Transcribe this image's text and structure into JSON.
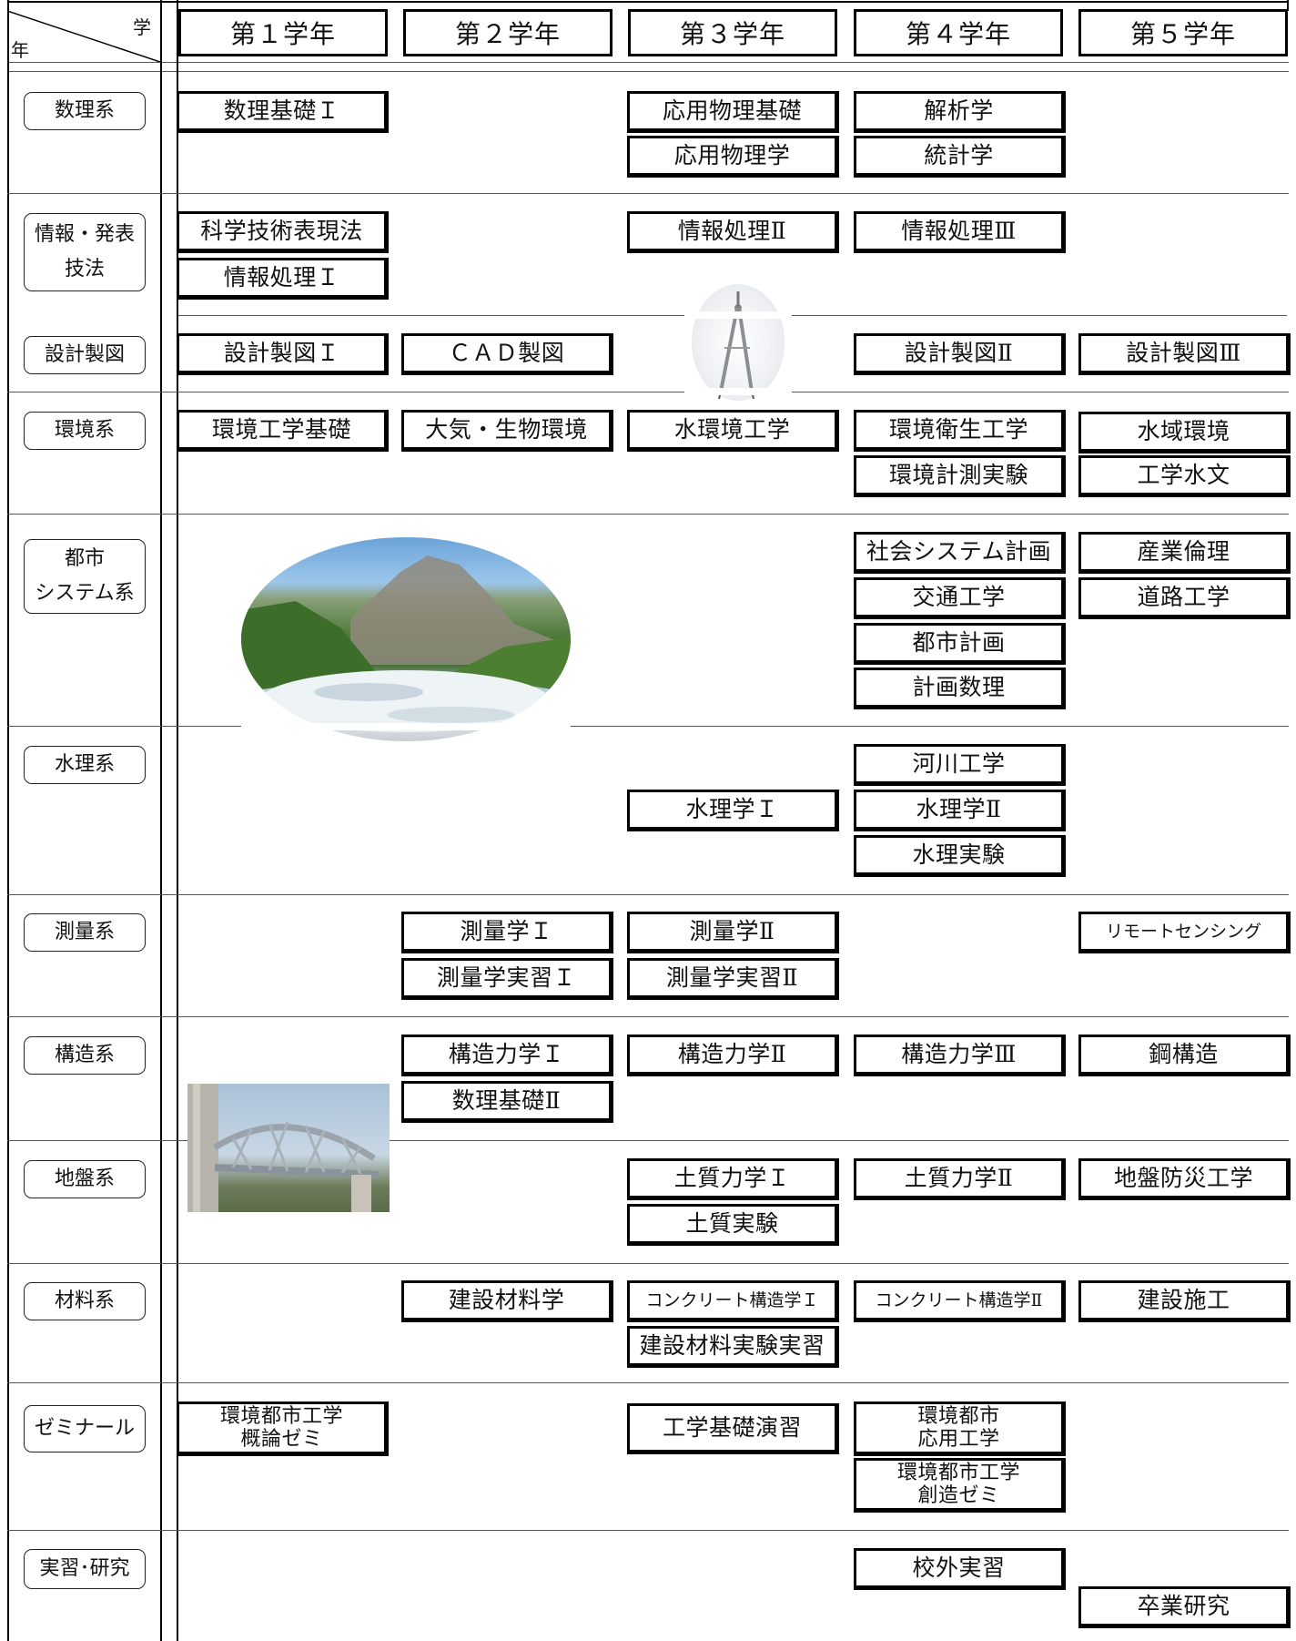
{
  "header": {
    "corner_top": "学",
    "corner_bottom": "年",
    "years": [
      "第１学年",
      "第２学年",
      "第３学年",
      "第４学年",
      "第５学年"
    ]
  },
  "categories": [
    {
      "key": "sci",
      "label": "数理系"
    },
    {
      "key": "info",
      "label": "情報・発表\n技法"
    },
    {
      "key": "design",
      "label": "設計製図"
    },
    {
      "key": "env",
      "label": "環境系"
    },
    {
      "key": "urban",
      "label": "都市\nシステム系"
    },
    {
      "key": "hydro",
      "label": "水理系"
    },
    {
      "key": "survey",
      "label": "測量系"
    },
    {
      "key": "struct",
      "label": "構造系"
    },
    {
      "key": "ground",
      "label": "地盤系"
    },
    {
      "key": "material",
      "label": "材料系"
    },
    {
      "key": "seminar",
      "label": "ゼミナール"
    },
    {
      "key": "practice",
      "label": "実習･研究"
    }
  ],
  "courses": {
    "sci": {
      "y1": [
        "数理基礎Ｉ"
      ],
      "y3": [
        "応用物理基礎",
        "応用物理学"
      ],
      "y4": [
        "解析学",
        "統計学"
      ]
    },
    "info": {
      "y1": [
        "科学技術表現法",
        "情報処理Ｉ"
      ],
      "y3": [
        "情報処理Ⅱ"
      ],
      "y4": [
        "情報処理Ⅲ"
      ]
    },
    "design": {
      "y1": [
        "設計製図Ｉ"
      ],
      "y2": [
        "ＣＡＤ製図"
      ],
      "y4": [
        "設計製図Ⅱ"
      ],
      "y5": [
        "設計製図Ⅲ"
      ]
    },
    "env": {
      "y1": [
        "環境工学基礎"
      ],
      "y2": [
        "大気・生物環境"
      ],
      "y3": [
        "水環境工学"
      ],
      "y4": [
        "環境衛生工学",
        "環境計測実験"
      ],
      "y5": [
        "水域環境",
        "工学水文"
      ]
    },
    "urban": {
      "y4": [
        "社会システム計画",
        "交通工学",
        "都市計画",
        "計画数理"
      ],
      "y5": [
        "産業倫理",
        "道路工学"
      ]
    },
    "hydro": {
      "y3": [
        "水理学Ｉ"
      ],
      "y4": [
        "河川工学",
        "水理学Ⅱ",
        "水理実験"
      ]
    },
    "survey": {
      "y2": [
        "測量学Ｉ",
        "測量学実習Ｉ"
      ],
      "y3": [
        "測量学Ⅱ",
        "測量学実習Ⅱ"
      ],
      "y5": [
        "リモートセンシング"
      ]
    },
    "struct": {
      "y2": [
        "構造力学Ｉ",
        "数理基礎Ⅱ"
      ],
      "y3": [
        "構造力学Ⅱ"
      ],
      "y4": [
        "構造力学Ⅲ"
      ],
      "y5": [
        "鋼構造"
      ]
    },
    "ground": {
      "y3": [
        "土質力学Ｉ",
        "土質実験"
      ],
      "y4": [
        "土質力学Ⅱ"
      ],
      "y5": [
        "地盤防災工学"
      ]
    },
    "material": {
      "y2": [
        "建設材料学"
      ],
      "y3": [
        "コンクリート構造学Ｉ",
        "建設材料実験実習"
      ],
      "y4": [
        "コンクリート構造学Ⅱ"
      ],
      "y5": [
        "建設施工"
      ]
    },
    "seminar": {
      "y1": [
        "環境都市工学\n概論ゼミ"
      ],
      "y3": [
        "工学基礎演習"
      ],
      "y4": [
        "環境都市\n応用工学",
        "環境都市工学\n創造ゼミ"
      ]
    },
    "practice": {
      "y4": [
        "校外実習"
      ],
      "y5": [
        "卒業研究"
      ]
    }
  }
}
